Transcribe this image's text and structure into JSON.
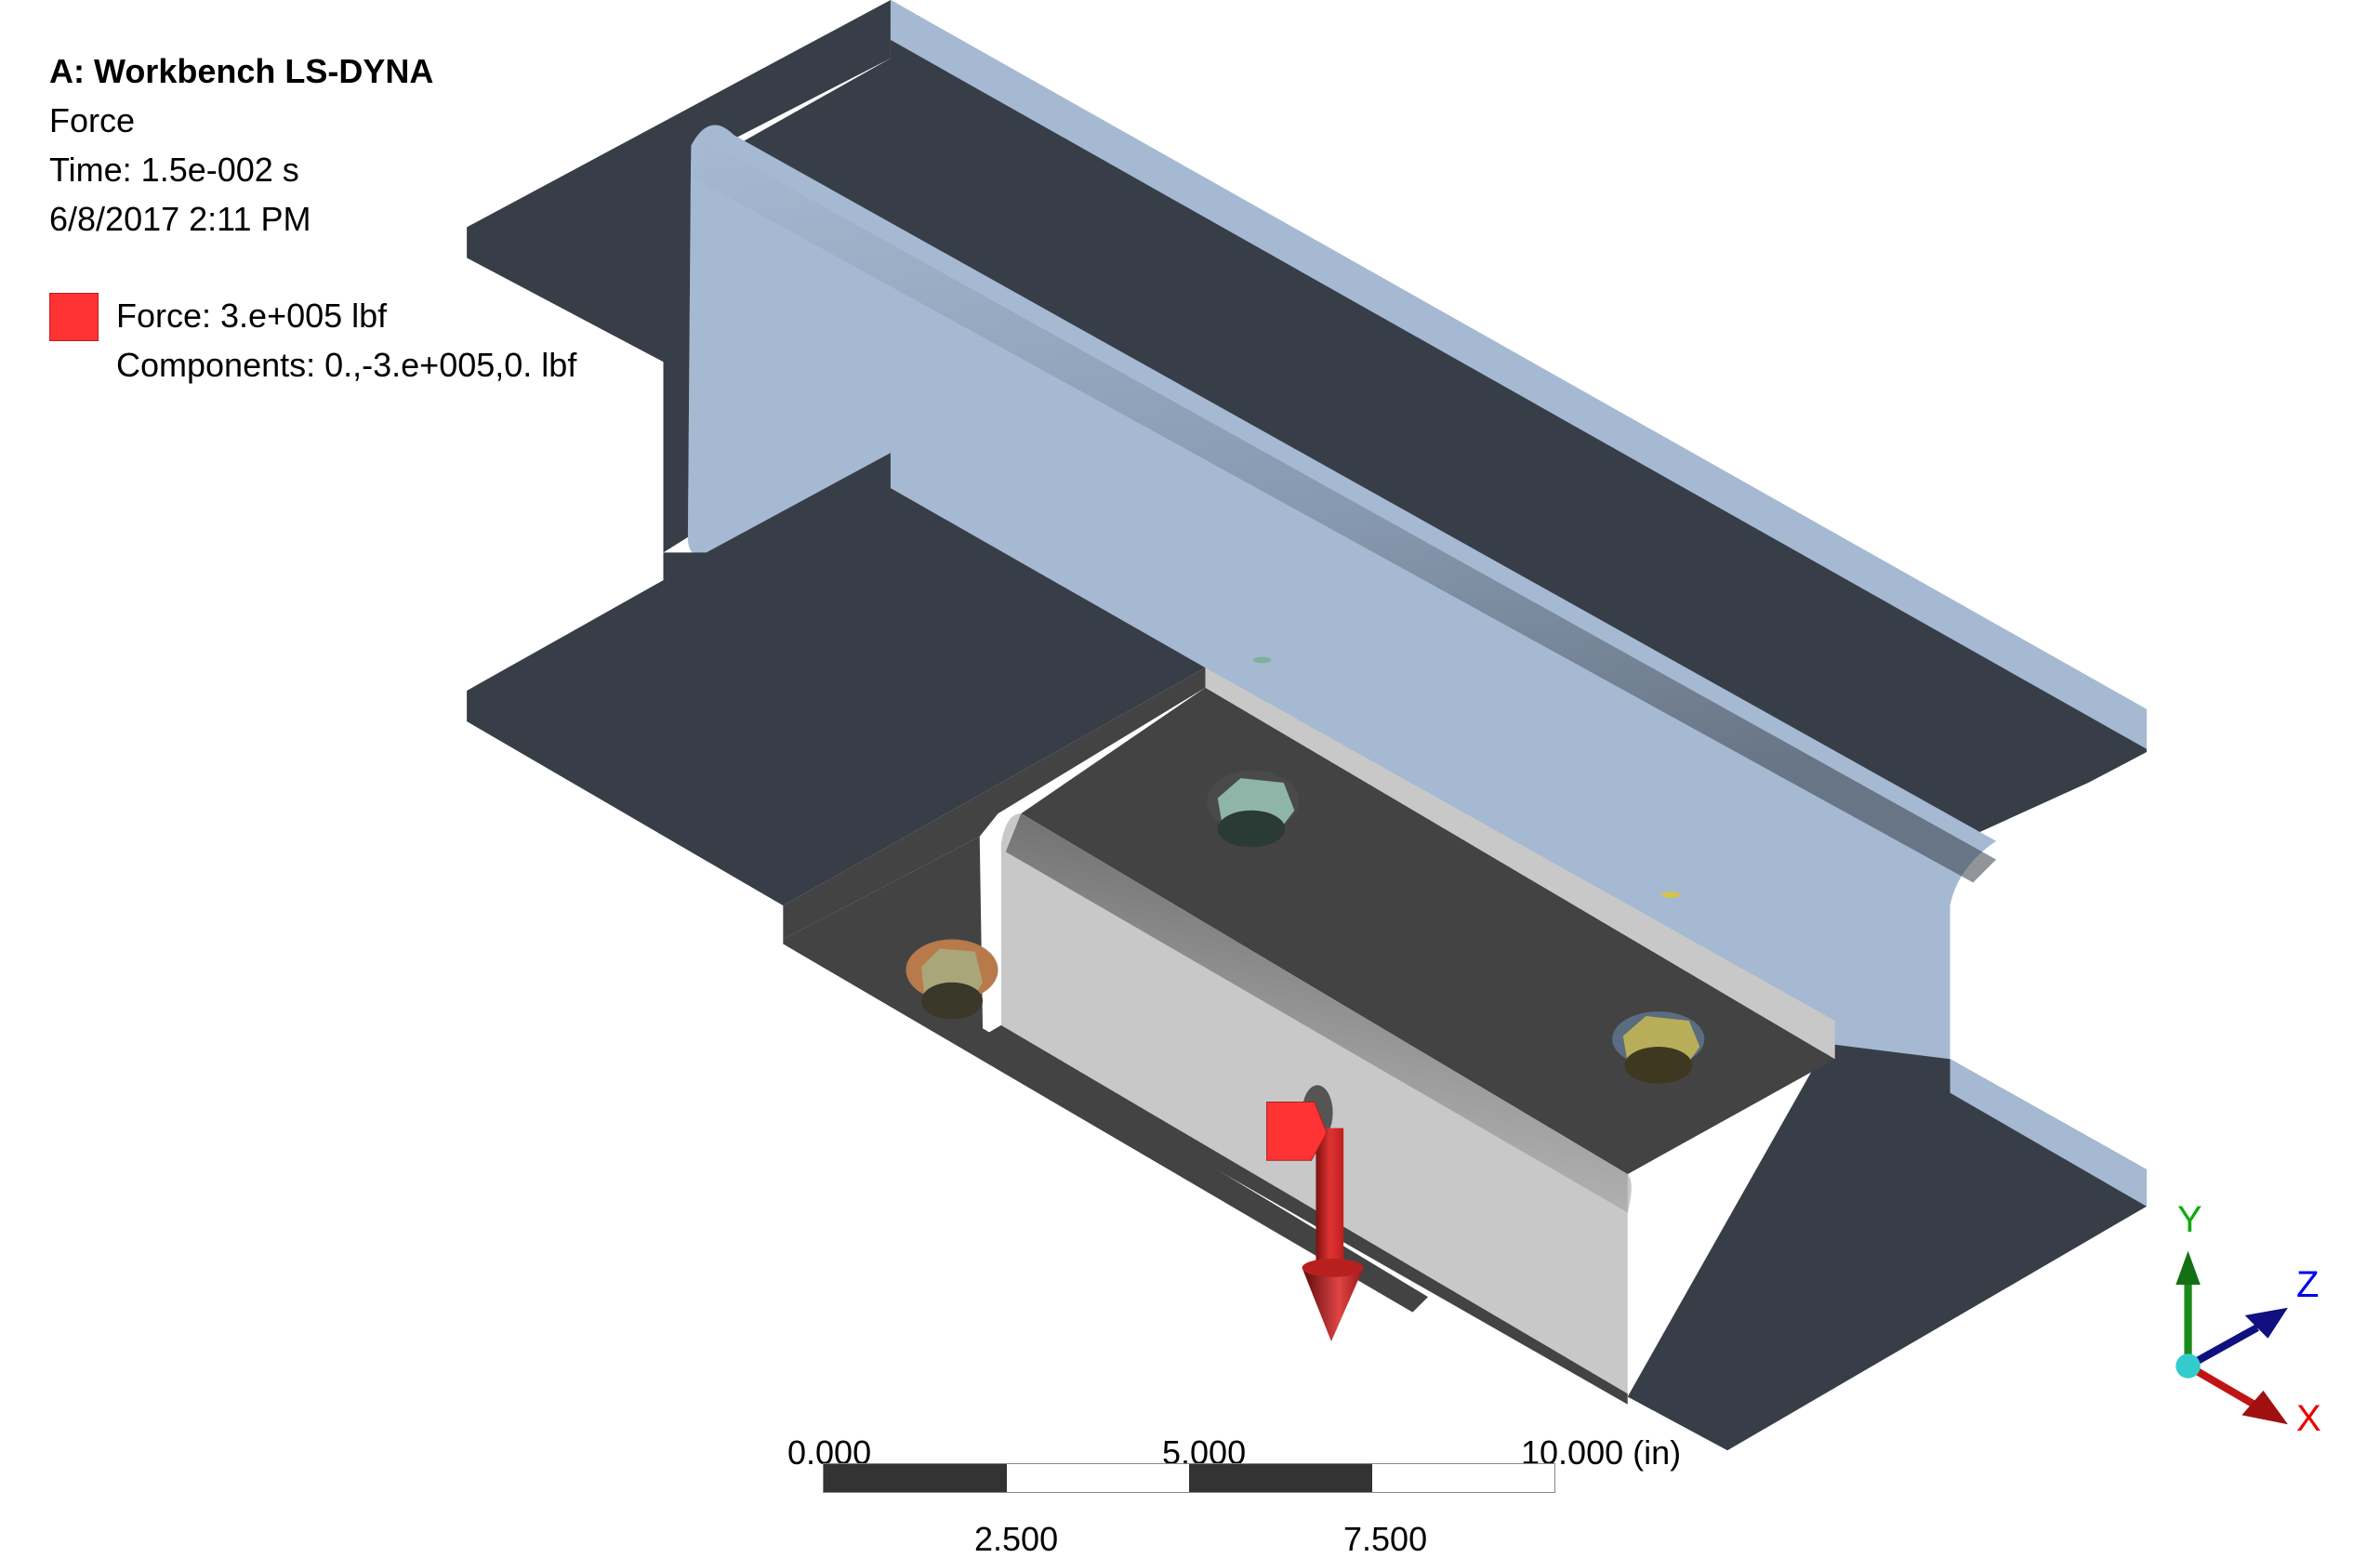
{
  "annotation": {
    "system": "A: Workbench LS-DYNA",
    "object": "Force",
    "time": "Time: 1.5e-002 s",
    "datetime": "6/8/2017 2:11 PM"
  },
  "legend": {
    "color": "#ff3333",
    "line1": "Force: 3.e+005 lbf",
    "line2": "Components: 0.,-3.e+005,0. lbf"
  },
  "scale_bar": {
    "units": "(in)",
    "top_labels": [
      "0.000",
      "5.000",
      "10.000 (in)"
    ],
    "bottom_labels": [
      "2.500",
      "7.500"
    ]
  },
  "triad": {
    "x_label": "X",
    "y_label": "Y",
    "z_label": "Z",
    "x_color": "#ff0000",
    "y_color": "#00a000",
    "z_color": "#0000ff",
    "origin_color": "#33cccc"
  },
  "colors": {
    "beam_dark": "#373e48",
    "beam_light": "#a5b9d2",
    "plate_dark": "#434343",
    "plate_light": "#c8c8c8",
    "force": "#ff3333",
    "bolt_green": "#8fb5a8",
    "bolt_yellow": "#b8ae5a"
  }
}
